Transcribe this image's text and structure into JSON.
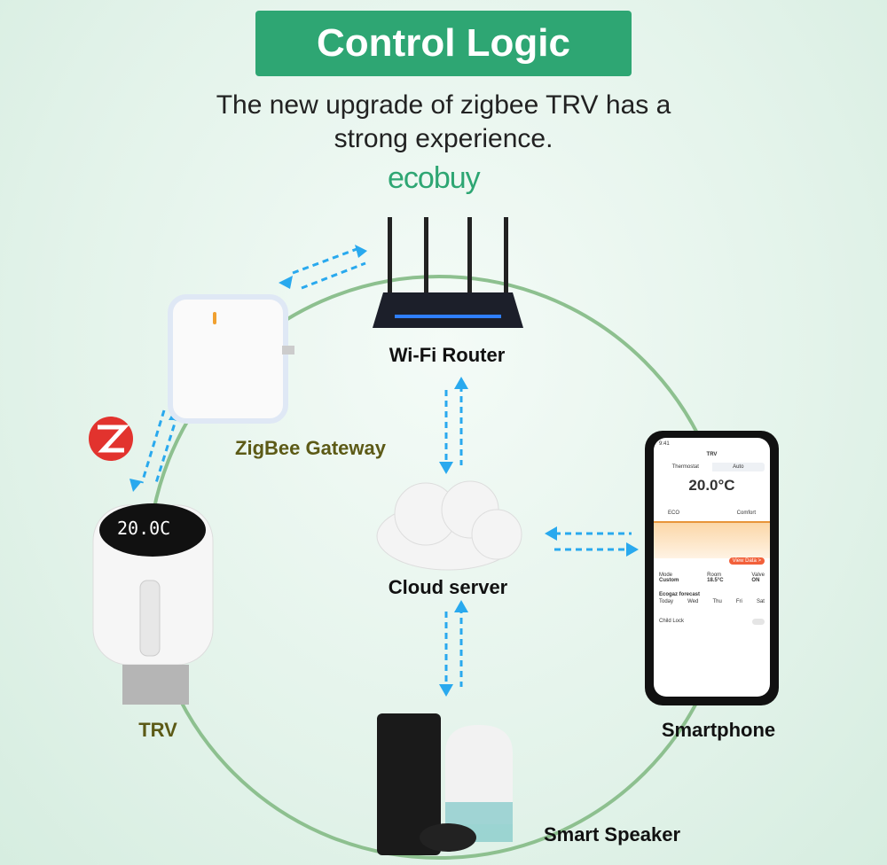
{
  "title": "Control Logic",
  "subtitle_line1": "The new upgrade of zigbee TRV has a",
  "subtitle_line2": "strong experience.",
  "brand": "ecobuy",
  "nodes": {
    "router": "Wi-Fi Router",
    "gateway": "ZigBee Gateway",
    "trv": "TRV",
    "cloud": "Cloud server",
    "phone": "Smartphone",
    "speaker": "Smart Speaker"
  },
  "trv_display": "20.0C",
  "phone_app": {
    "time": "9:41",
    "screen_title": "TRV",
    "tabs": [
      "Thermostat",
      "Auto"
    ],
    "temperature": "20.0°C",
    "eco": "ECO",
    "comfort": "Comfort",
    "view_data": "View Data >",
    "stats": [
      {
        "label": "Mode",
        "value": "Custom"
      },
      {
        "label": "Room",
        "value": "18.5°C"
      },
      {
        "label": "Valve",
        "value": "ON"
      }
    ],
    "forecast_title": "Ecogaz forecast",
    "forecast_days": [
      "Today",
      "Wed",
      "Thu",
      "Fri",
      "Sat"
    ],
    "child_lock": "Child Lock"
  },
  "colors": {
    "banner": "#2ea673",
    "circle": "#8dc08f",
    "arrows": "#29a9ee",
    "gateway_label": "#5c5a16"
  }
}
